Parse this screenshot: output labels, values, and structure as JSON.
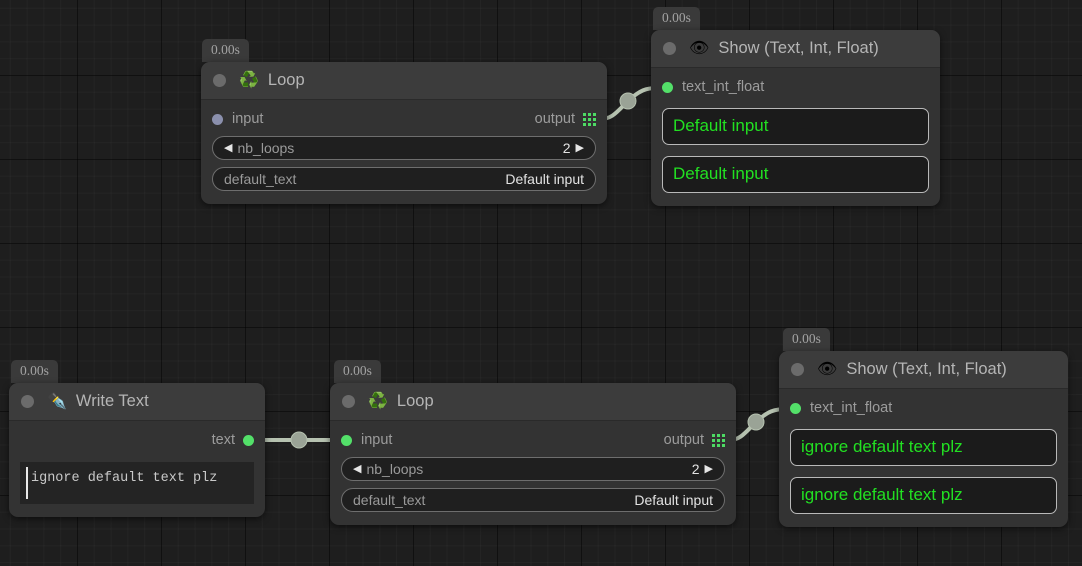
{
  "canvas": {
    "background_color": "#1e1e1e",
    "grid_color": "#2a2a2a",
    "accent_green": "#53e069",
    "value_green": "#22e022",
    "wire_color": "#b6c2b0"
  },
  "nodes": [
    {
      "id": "loop-top",
      "badge": "0.00s",
      "icon": "recycle-icon",
      "icon_glyph": "♻️",
      "title": "Loop",
      "input_port": {
        "label": "input",
        "state": "unconnected"
      },
      "output_port": {
        "label": "output",
        "icon": "list-grid-icon"
      },
      "params": [
        {
          "name": "nb_loops",
          "value": "2",
          "stepper": true,
          "left_arrow": "◀",
          "right_arrow": "▶"
        },
        {
          "name": "default_text",
          "value": "Default input",
          "stepper": false
        }
      ]
    },
    {
      "id": "show-top",
      "badge": "0.00s",
      "icon": "eye-icon",
      "icon_glyph": "👁",
      "title": "Show (Text, Int, Float)",
      "input_port": {
        "label": "text_int_float",
        "state": "connected"
      },
      "values": [
        "Default input",
        "Default input"
      ]
    },
    {
      "id": "write-text",
      "badge": "0.00s",
      "icon": "pen-nib-icon",
      "icon_glyph": "✒️",
      "title": "Write Text",
      "output_port": {
        "label": "text",
        "state": "connected"
      },
      "textarea_value": "ignore default text plz"
    },
    {
      "id": "loop-bottom",
      "badge": "0.00s",
      "icon": "recycle-icon",
      "icon_glyph": "♻️",
      "title": "Loop",
      "input_port": {
        "label": "input",
        "state": "connected"
      },
      "output_port": {
        "label": "output",
        "icon": "list-grid-icon"
      },
      "params": [
        {
          "name": "nb_loops",
          "value": "2",
          "stepper": true,
          "left_arrow": "◀",
          "right_arrow": "▶"
        },
        {
          "name": "default_text",
          "value": "Default input",
          "stepper": false
        }
      ]
    },
    {
      "id": "show-bottom",
      "badge": "0.00s",
      "icon": "eye-icon",
      "icon_glyph": "👁",
      "title": "Show (Text, Int, Float)",
      "input_port": {
        "label": "text_int_float",
        "state": "connected"
      },
      "values": [
        "ignore default text plz",
        "ignore default text plz"
      ]
    }
  ]
}
